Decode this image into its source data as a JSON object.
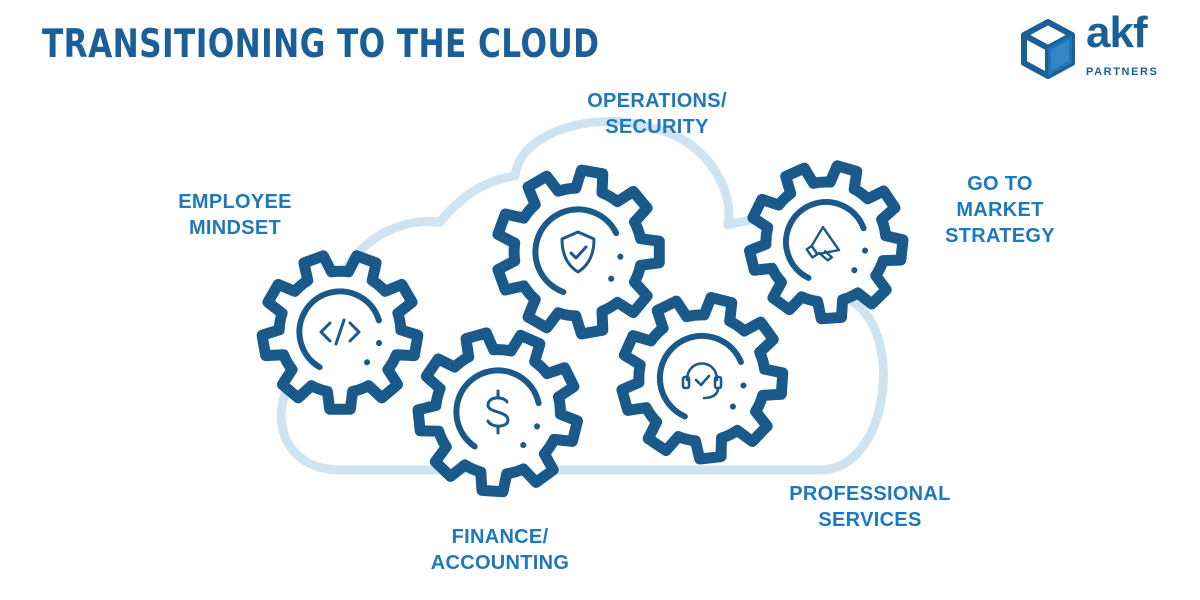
{
  "title": "TRANSITIONING TO THE CLOUD",
  "logo": {
    "brand": "akf",
    "subtitle": "PARTNERS",
    "icon": "cube-icon"
  },
  "colors": {
    "gear": "#1a5a8a",
    "accent": "#1e78bd",
    "cloud": "#cfe4f3",
    "title": "#1a5f97"
  },
  "gears": [
    {
      "id": "employee",
      "label_lines": [
        "EMPLOYEE",
        "MINDSET"
      ],
      "icon": "code-icon"
    },
    {
      "id": "operations",
      "label_lines": [
        "OPERATIONS/",
        "SECURITY"
      ],
      "icon": "shield-check-icon"
    },
    {
      "id": "gotomarket",
      "label_lines": [
        "GO TO",
        "MARKET",
        "STRATEGY"
      ],
      "icon": "megaphone-icon"
    },
    {
      "id": "finance",
      "label_lines": [
        "FINANCE/",
        "ACCOUNTING"
      ],
      "icon": "dollar-icon"
    },
    {
      "id": "professional",
      "label_lines": [
        "PROFESSIONAL",
        "SERVICES"
      ],
      "icon": "headset-icon"
    }
  ]
}
